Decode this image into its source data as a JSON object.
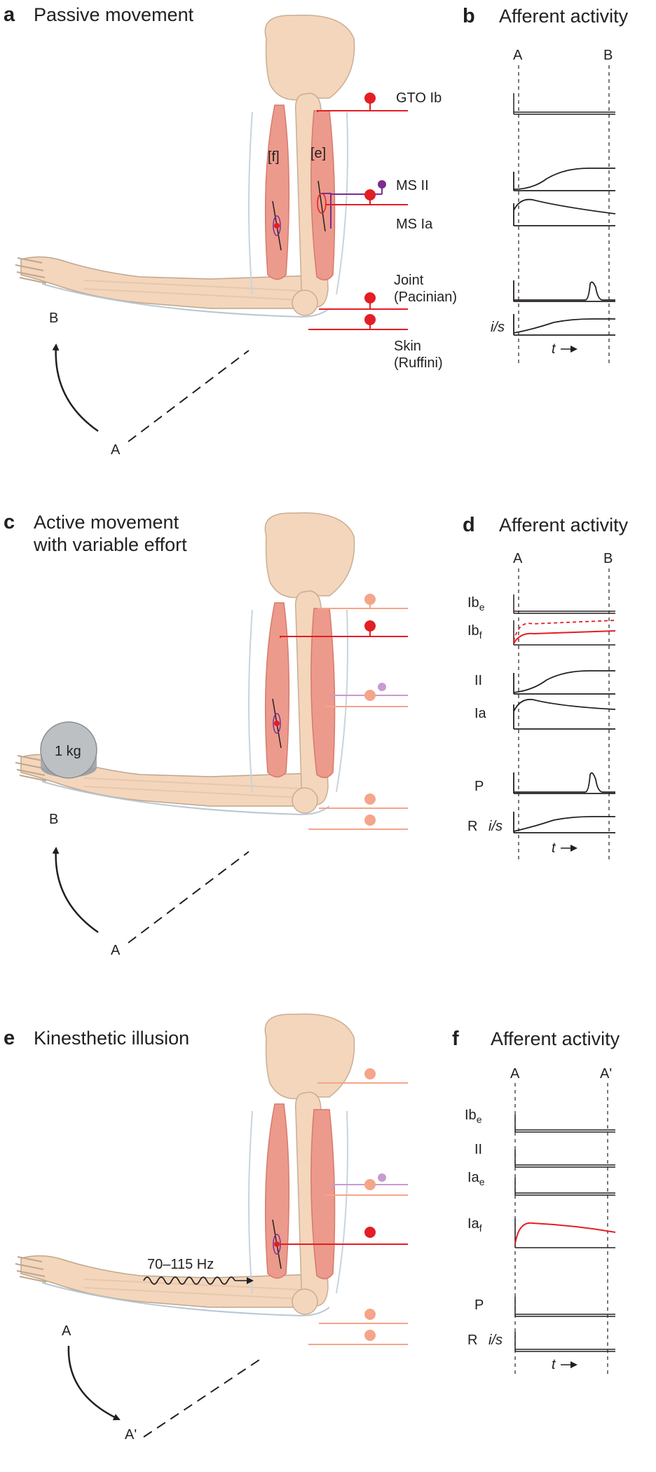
{
  "colors": {
    "nerve_active": "#e31e24",
    "nerve_faded": "#f4a58a",
    "ms2_active": "#7b2d8e",
    "ms2_faded": "#c79bd1",
    "muscle": "#ec9a8c",
    "bone": "#f3d6bc",
    "trace": "#231f20",
    "trace_red": "#e31e24"
  },
  "panels": {
    "a": {
      "letter": "a",
      "title": "Passive movement",
      "muscle_flexor": "[f]",
      "muscle_extensor": "[e]",
      "pos_end": "B",
      "pos_start": "A",
      "receptors": {
        "gto": "GTO Ib",
        "ms2": "MS II",
        "ms1a": "MS Ia",
        "joint_line1": "Joint",
        "joint_line2": "(Pacinian)",
        "skin_line1": "Skin",
        "skin_line2": "(Ruffini)"
      }
    },
    "b": {
      "letter": "b",
      "title": "Afferent activity",
      "marker_start": "A",
      "marker_end": "B",
      "yunit": "i/s",
      "time_label": "t"
    },
    "c": {
      "letter": "c",
      "title_line1": "Active movement",
      "title_line2": "with variable effort",
      "weight": "1 kg",
      "pos_end": "B",
      "pos_start": "A"
    },
    "d": {
      "letter": "d",
      "title": "Afferent activity",
      "marker_start": "A",
      "marker_end": "B",
      "rows": {
        "ib_e_main": "Ib",
        "ib_e_sub": "e",
        "ib_f_main": "Ib",
        "ib_f_sub": "f",
        "ii": "II",
        "ia": "Ia",
        "p": "P",
        "r": "R"
      },
      "yunit": "i/s",
      "time_label": "t"
    },
    "e": {
      "letter": "e",
      "title": "Kinesthetic illusion",
      "vibration": "70–115 Hz",
      "pos_start": "A",
      "pos_end": "A'"
    },
    "f": {
      "letter": "f",
      "title": "Afferent activity",
      "marker_start": "A",
      "marker_end": "A'",
      "rows": {
        "ib_e_main": "Ib",
        "ib_e_sub": "e",
        "ii": "II",
        "ia_e_main": "Ia",
        "ia_e_sub": "e",
        "ia_f_main": "Ia",
        "ia_f_sub": "f",
        "p": "P",
        "r": "R"
      },
      "yunit": "i/s",
      "time_label": "t"
    }
  }
}
